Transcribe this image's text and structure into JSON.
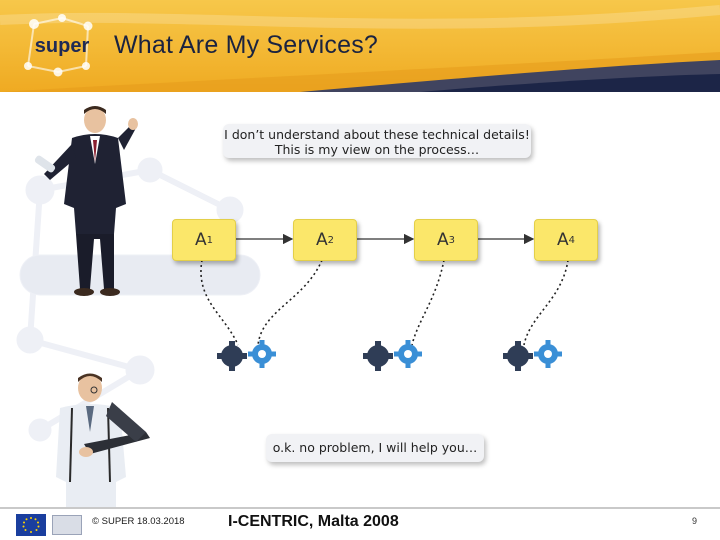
{
  "slide": {
    "title": "What Are My Services?",
    "logo_text": "super"
  },
  "bubbles": {
    "top_line1": "I don’t understand about these technical details!",
    "top_line2": "This is my view on the process…",
    "bottom": "o.k. no problem, I will help you…"
  },
  "activities": [
    {
      "label": "A",
      "sup": "1"
    },
    {
      "label": "A",
      "sup": "2"
    },
    {
      "label": "A",
      "sup": "3"
    },
    {
      "label": "A",
      "sup": "4"
    }
  ],
  "footer": {
    "copyright": "© SUPER 18.03.2018",
    "event": "I-CENTRIC, Malta 2008",
    "page_number": "9"
  },
  "colors": {
    "header": "#f3b834",
    "activity_box": "#fbe76a",
    "gear_blue": "#3a8fd6",
    "gear_dark": "#2f3d56"
  },
  "icons": [
    "gear-icon",
    "eu-flag-icon",
    "ist-logo-icon",
    "super-logo-icon"
  ]
}
